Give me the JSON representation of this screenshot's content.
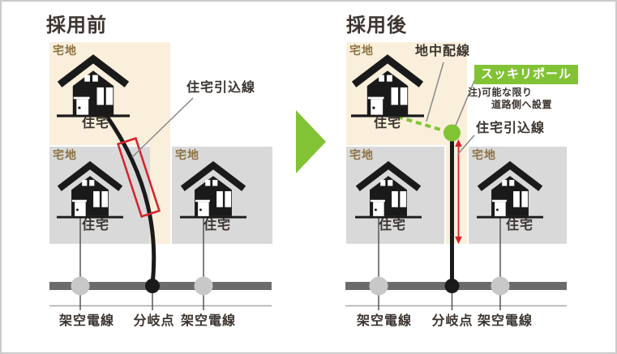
{
  "labels": {
    "title_before": "採用前",
    "title_after": "採用後",
    "land": "宅地",
    "house": "住宅",
    "service_wire": "住宅引込線",
    "underground_wiring": "地中配線",
    "sukkiri_pole": "スッキリポール",
    "note_line1": "注)可能な限り",
    "note_line2": "道路側へ設置",
    "overhead_wire": "架空電線",
    "branch_point": "分岐点"
  },
  "colors": {
    "background": "#ffffff",
    "frame_border": "#cbcbcb",
    "land_beige": "#faefdb",
    "land_gray": "#d9d9d9",
    "land_label_brown": "#8c7243",
    "text_dark": "#3b3430",
    "accent_green": "#82c336",
    "highlight_red": "#d7212b",
    "road_bar_gray": "#6b6b6b",
    "thin_line_gray": "#a8a8a8",
    "pole_circle_gray": "#c8c8c8",
    "ink_black": "#1a1a1a"
  },
  "icons": {
    "house": "house-icon",
    "transition_arrow": "right-arrow-icon",
    "sukkiri_pole": "green-pole-dot-icon",
    "branch_point": "branch-dot-icon",
    "pole_junction": "gray-junction-dot-icon"
  }
}
